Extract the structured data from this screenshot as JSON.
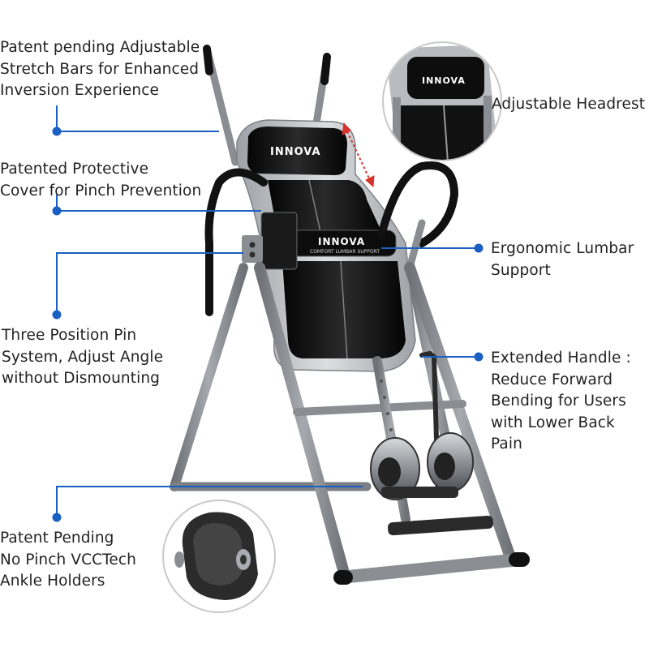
{
  "brand": "INNOVA",
  "lumbar_brand": "INNOVA",
  "lumbar_caption": "COMFORT LUMBAR SUPPORT",
  "headrest_inset_brand": "INNOVA",
  "callouts": {
    "stretch_bars": "Patent pending Adjustable\nStretch Bars for Enhanced\nInversion Experience",
    "protective_cover": "Patented Protective\nCover for Pinch Prevention",
    "pin_system": "Three Position Pin\nSystem, Adjust Angle\nwithout Dismounting",
    "ankle_holders": "Patent Pending\nNo Pinch VCCTech\nAnkle Holders",
    "headrest": "Adjustable Headrest",
    "lumbar": "Ergonomic Lumbar\nSupport",
    "handle": "Extended Handle :\nReduce Forward\nBending for Users\nwith Lower Back Pain"
  },
  "colors": {
    "leader_line": "#1a5fc4",
    "frame": "#8a8d92",
    "padding": "#111111",
    "trim": "#b9bcc0",
    "adjust_arrow": "#d9312b"
  }
}
